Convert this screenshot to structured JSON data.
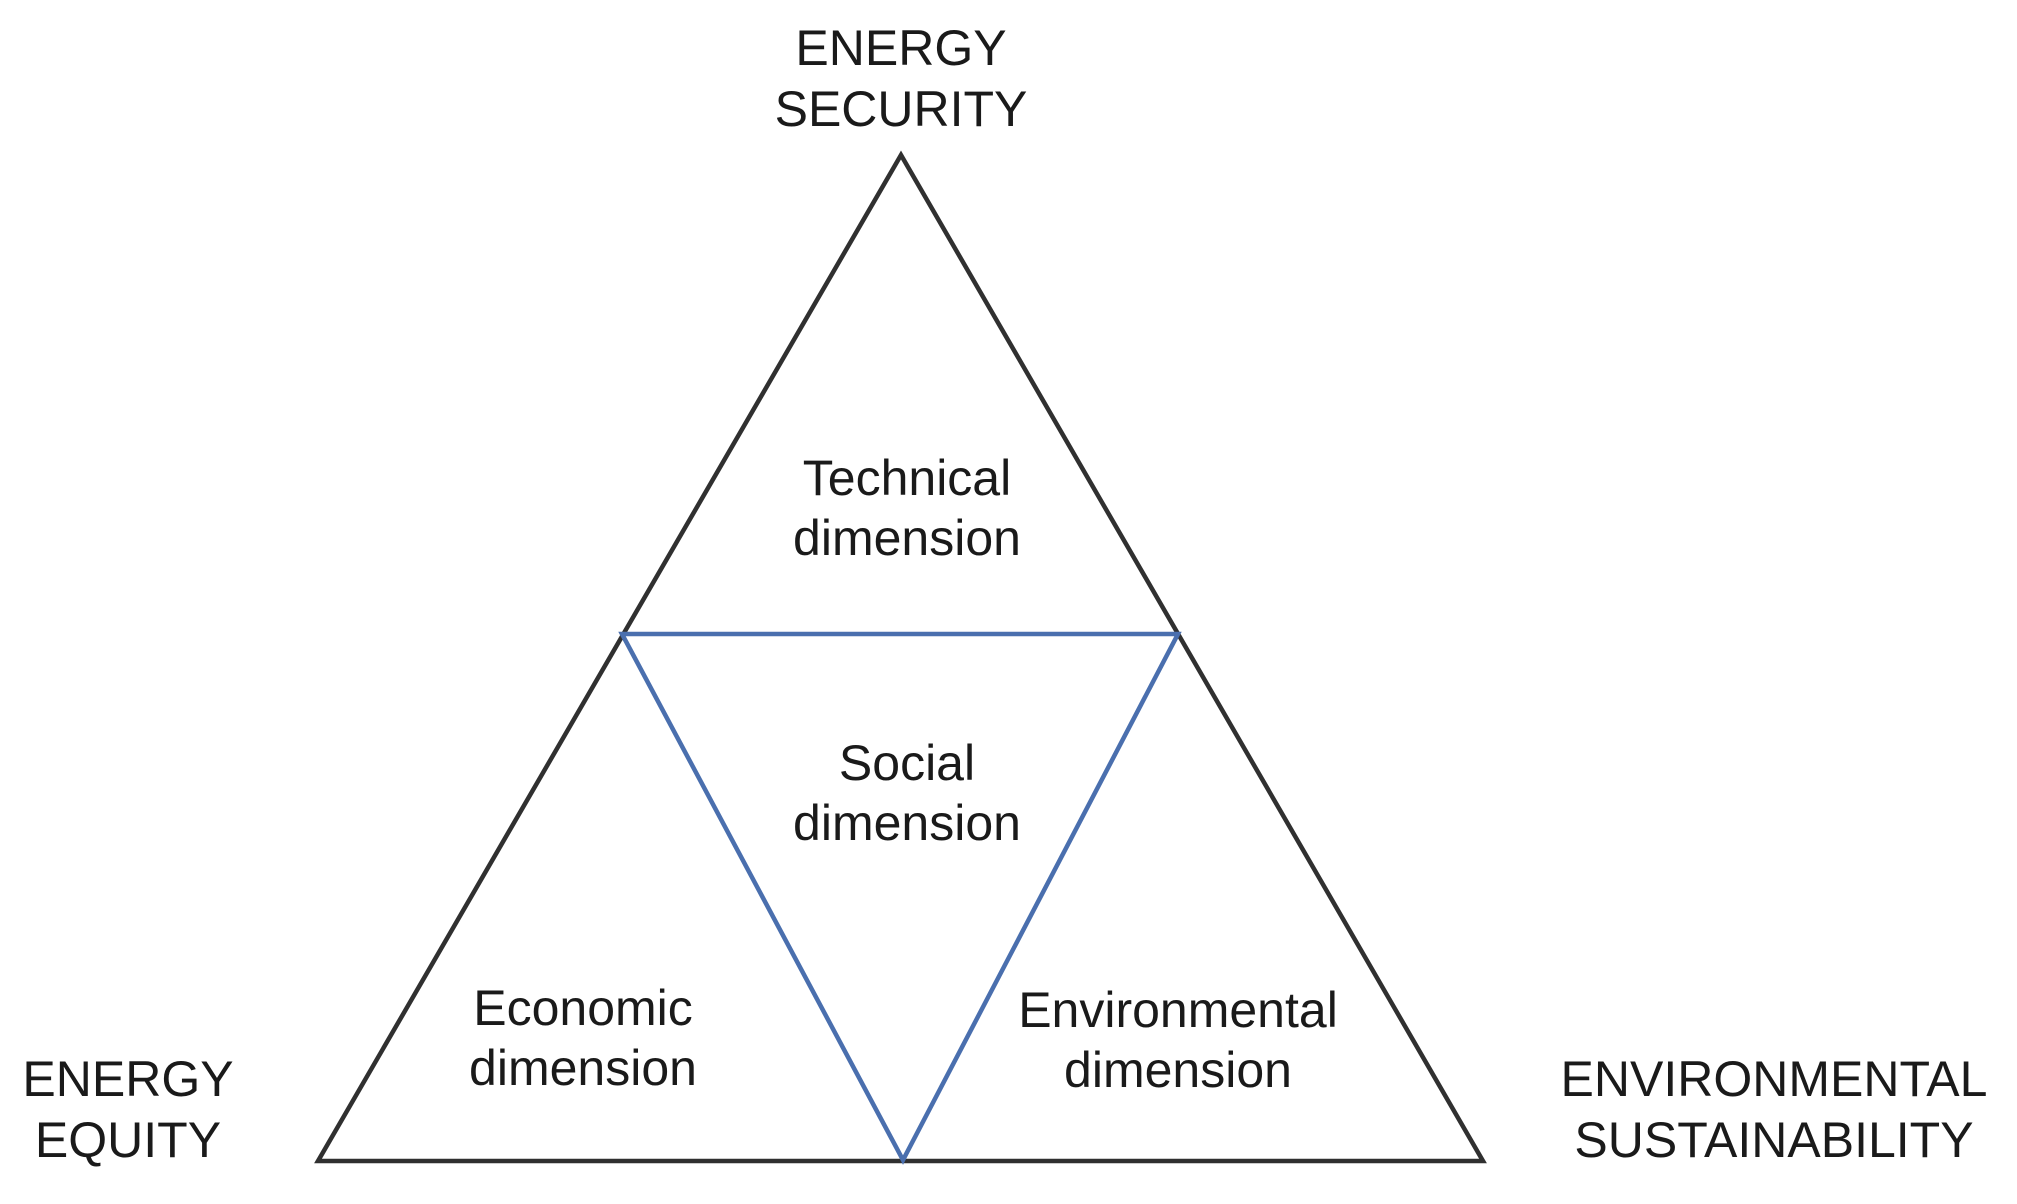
{
  "diagram": {
    "name": "Energy trilemma triangle",
    "corner_labels": {
      "top": {
        "line1": "ENERGY",
        "line2": "SECURITY"
      },
      "bottom_left": {
        "line1": "ENERGY",
        "line2": "EQUITY"
      },
      "bottom_right": {
        "line1": "ENVIRONMENTAL",
        "line2": "SUSTAINABILITY"
      }
    },
    "dimension_labels": {
      "technical": {
        "line1": "Technical",
        "line2": "dimension"
      },
      "social": {
        "line1": "Social",
        "line2": "dimension"
      },
      "economic": {
        "line1": "Economic",
        "line2": "dimension"
      },
      "environmental": {
        "line1": "Environmental",
        "line2": "dimension"
      }
    },
    "colors": {
      "background": "#ffffff",
      "outer_triangle_stroke": "#303030",
      "inner_triangle_stroke": "#4a6fae",
      "text": "#1a1a1a"
    }
  }
}
